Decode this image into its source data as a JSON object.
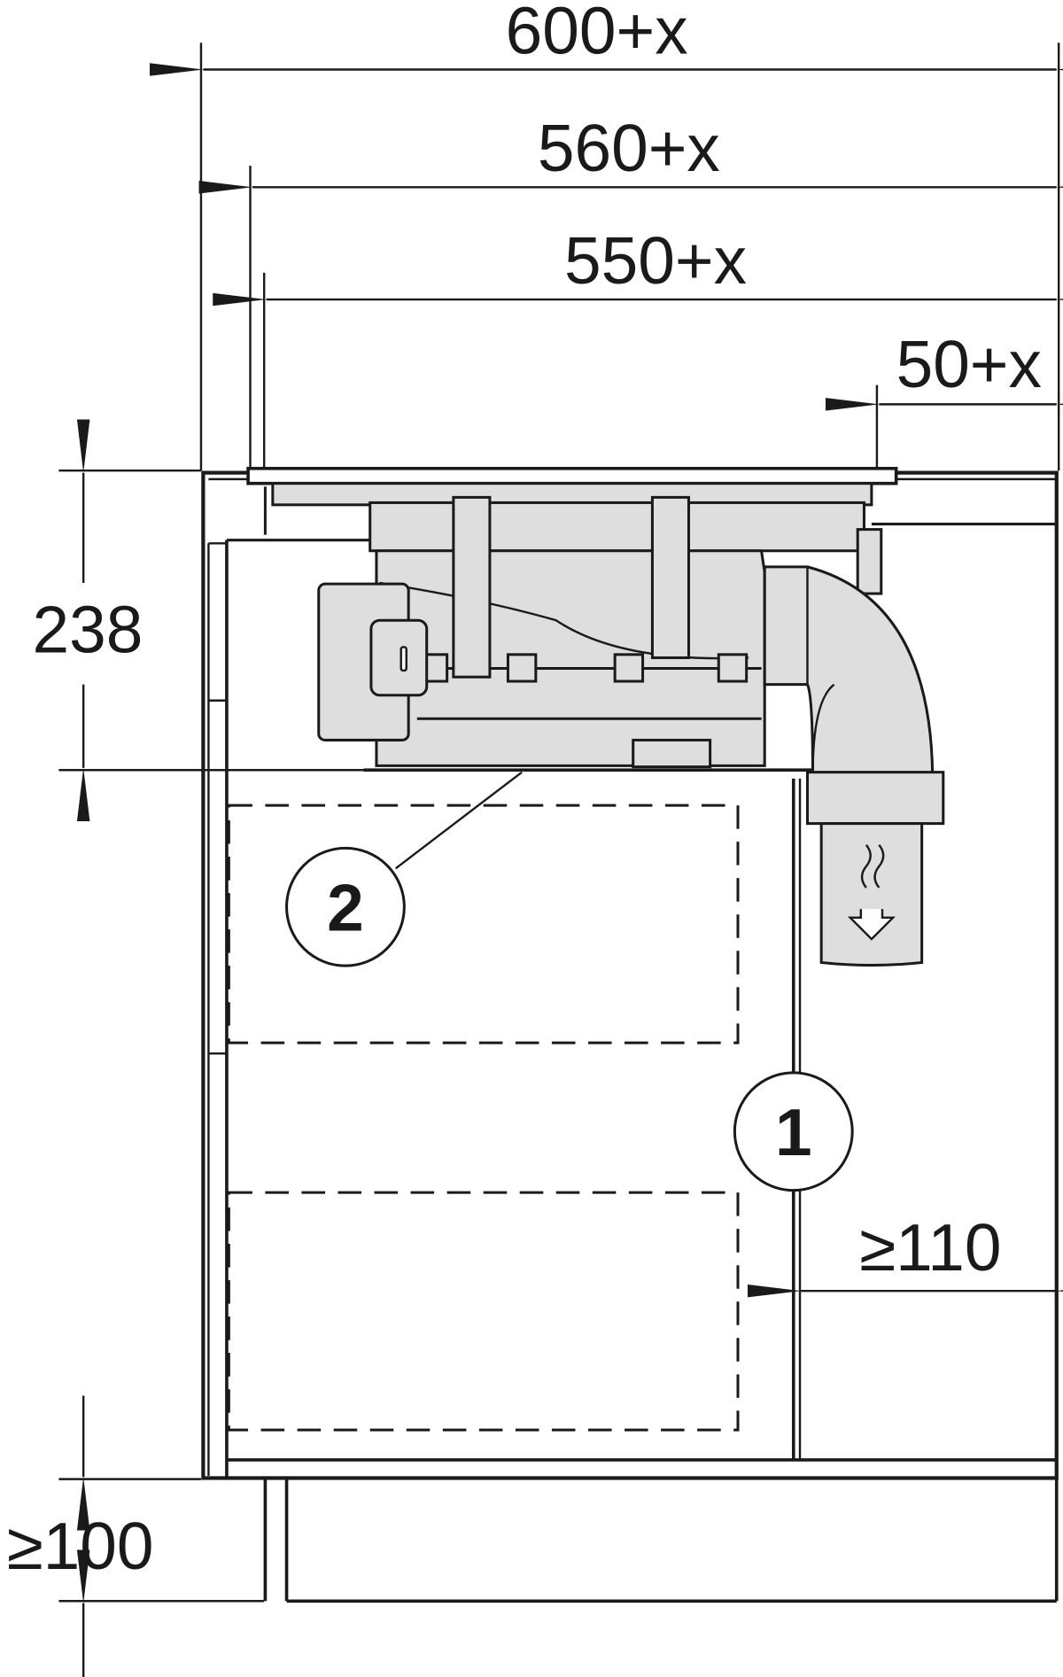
{
  "dimensions": {
    "overall_width": "600+x",
    "cutout_width": "560+x",
    "hob_width": "550+x",
    "right_offset": "50+x",
    "unit_height": "238",
    "side_clearance": "≥110",
    "plinth_height": "≥100"
  },
  "callouts": {
    "one": "1",
    "two": "2"
  },
  "colors": {
    "line": "#1a1a1a",
    "unit_fill": "#dedede"
  }
}
